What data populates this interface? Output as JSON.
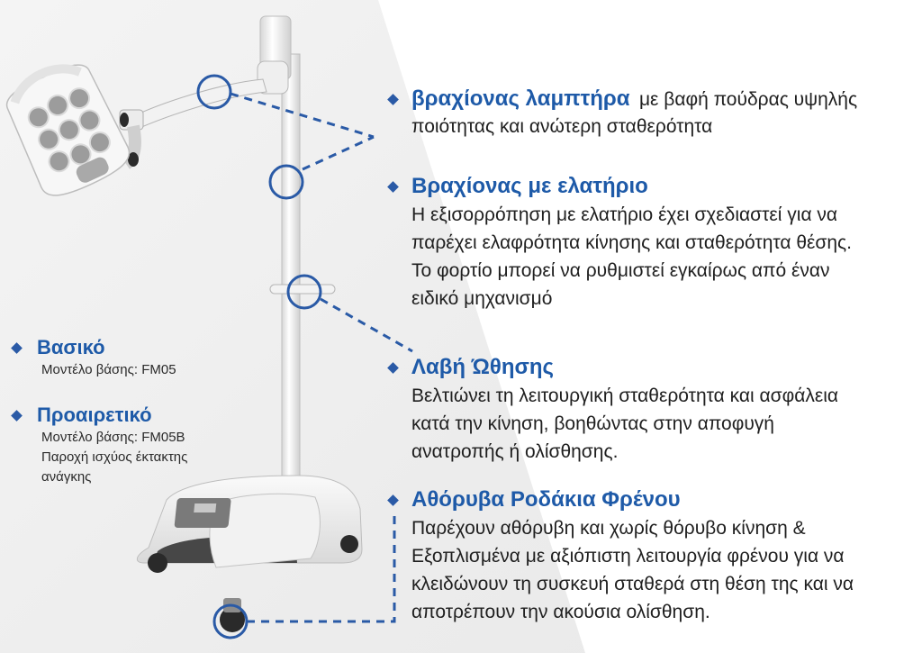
{
  "features": [
    {
      "title": "βραχίονας λαμπτήρα",
      "text": "με βαφή πούδρας υψηλής ποιότητας και ανώτερη σταθερότητα"
    },
    {
      "title": "Βραχίονας με ελατήριο",
      "lines": [
        "Η εξισορρόπηση με ελατήριο έχει σχεδιαστεί για να",
        "παρέχει ελαφρότητα κίνησης και σταθερότητα θέσης.",
        "Το φορτίο μπορεί να ρυθμιστεί εγκαίρως από έναν",
        "ειδικό μηχανισμό"
      ]
    },
    {
      "title": "Λαβή Ώθησης",
      "lines": [
        "Βελτιώνει τη λειτουργική σταθερότητα και ασφάλεια",
        "κατά την κίνηση, βοηθώντας στην αποφυγή",
        "ανατροπής ή ολίσθησης."
      ]
    },
    {
      "title": "Αθόρυβα Ροδάκια Φρένου",
      "lines": [
        "Παρέχουν αθόρυβη και χωρίς θόρυβο κίνηση &",
        "Εξοπλισμένα με αξιόπιστη λειτουργία φρένου για να",
        "κλειδώνουν τη συσκευή σταθερά στη θέση της και να",
        "αποτρέπουν την ακούσια ολίσθηση."
      ]
    }
  ],
  "models": {
    "basic": {
      "title": "Βασικό",
      "lines": [
        "Μοντέλο βάσης: FM05"
      ]
    },
    "optional": {
      "title": "Προαιρετικό",
      "lines": [
        "Μοντέλο βάσης: FM05B",
        "Παροχή ισχύος έκτακτης",
        "ανάγκης"
      ]
    }
  },
  "colors": {
    "accent": "#1e5aa8",
    "callout_line": "#2a5aa6",
    "pole": "#f5f5f5",
    "base_dark": "#3a3a3a"
  }
}
